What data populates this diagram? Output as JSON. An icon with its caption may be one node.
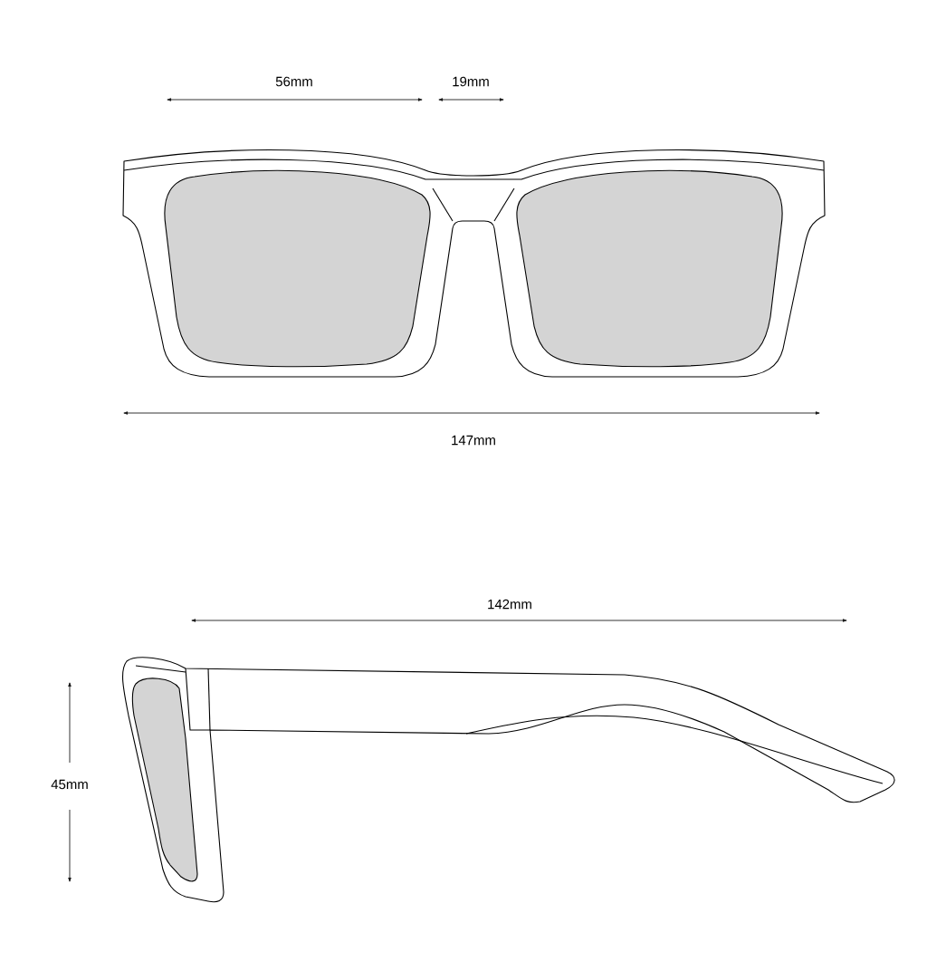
{
  "diagram": {
    "labels": [
      "56mm",
      "19mm",
      "147mm",
      "142mm",
      "45mm"
    ]
  }
}
